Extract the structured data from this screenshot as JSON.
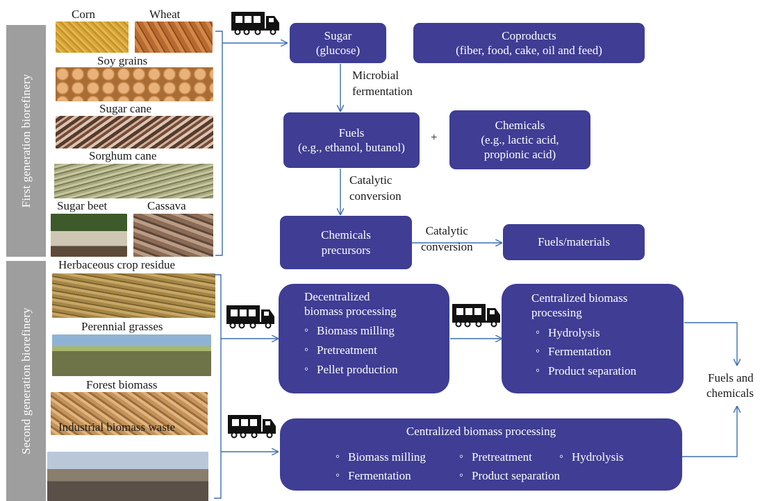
{
  "sections": {
    "first": "First generation biorefinery",
    "second": "Second  generation biorefinery"
  },
  "feedstock": {
    "corn": "Corn",
    "wheat": "Wheat",
    "soy": "Soy grains",
    "sugar_cane": "Sugar cane",
    "sorghum": "Sorghum cane",
    "sugar_beet": "Sugar beet",
    "cassava": "Cassava",
    "herbaceous": "Herbaceous crop residue",
    "perennial": "Perennial grasses",
    "forest": "Forest biomass",
    "industrial": "Industrial biomass waste"
  },
  "first_gen": {
    "sugar": [
      "Sugar",
      "(glucose)"
    ],
    "coproducts": [
      "Coproducts",
      "(fiber, food, cake, oil and feed)"
    ],
    "microbial": [
      "Microbial",
      "fermentation"
    ],
    "fuels": [
      "Fuels",
      "(e.g., ethanol, butanol)"
    ],
    "plus": "+",
    "chemicals": [
      "Chemicals",
      "(e.g., lactic acid,",
      "propionic acid)"
    ],
    "catalytic1": [
      "Catalytic",
      "conversion"
    ],
    "precursors": [
      "Chemicals",
      "precursors"
    ],
    "catalytic2": [
      "Catalytic",
      "conversion"
    ],
    "fuels_materials": "Fuels/materials"
  },
  "second_gen": {
    "decentralized": {
      "title": [
        "Decentralized",
        "biomass processing"
      ],
      "items": [
        "Biomass milling",
        "Pretreatment",
        "Pellet production"
      ]
    },
    "centralized_a": {
      "title": [
        "Centralized biomass",
        "processing"
      ],
      "items": [
        "Hydrolysis",
        "Fermentation",
        "Product separation"
      ]
    },
    "centralized_b": {
      "title": "Centralized biomass processing",
      "items": [
        "Biomass milling",
        "Pretreatment",
        "Hydrolysis",
        "Fermentation",
        "Product separation"
      ]
    },
    "output": [
      "Fuels and",
      "chemicals"
    ]
  },
  "colors": {
    "box": "#3f3d94",
    "arrow": "#3d6fb0",
    "sidebar": "#9e9e9e",
    "truck": "#111111"
  },
  "icons": [
    "truck-icon"
  ]
}
